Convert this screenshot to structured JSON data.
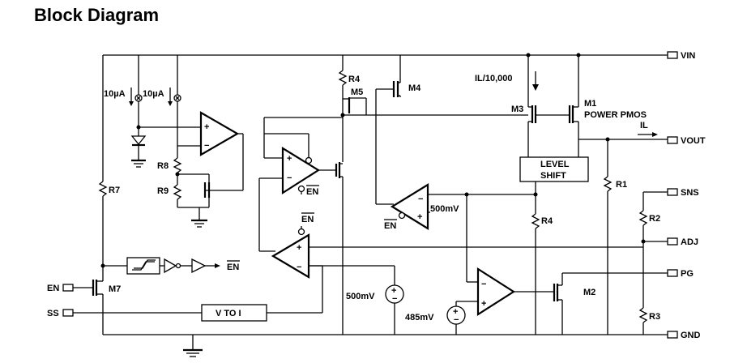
{
  "title": "Block Diagram",
  "pins": {
    "vin": "VIN",
    "vout": "VOUT",
    "sns": "SNS",
    "adj": "ADJ",
    "pg": "PG",
    "gnd": "GND",
    "en": "EN",
    "ss": "SS"
  },
  "labels": {
    "il_ratio": "IL/10,000",
    "m1": "M1",
    "power_pmos": "POWER PMOS",
    "il": "IL",
    "m2": "M2",
    "m3": "M3",
    "m4": "M4",
    "m5": "M5",
    "m7": "M7",
    "r1": "R1",
    "r2": "R2",
    "r3": "R3",
    "r4_top": "R4",
    "r4_bottom": "R4",
    "r7": "R7",
    "r8": "R8",
    "r9": "R9",
    "current_a": "10µA",
    "current_b": "10µA",
    "level_shift_1": "LEVEL",
    "level_shift_2": "SHIFT",
    "v_to_i": "V TO I",
    "v500_a": "500mV",
    "v500_b": "500mV",
    "v485": "485mV",
    "en_bar_a": "EN",
    "en_bar_b": "EN",
    "en_bar_c": "EN",
    "en_bar_d": "EN",
    "plus": "+",
    "minus": "−"
  }
}
